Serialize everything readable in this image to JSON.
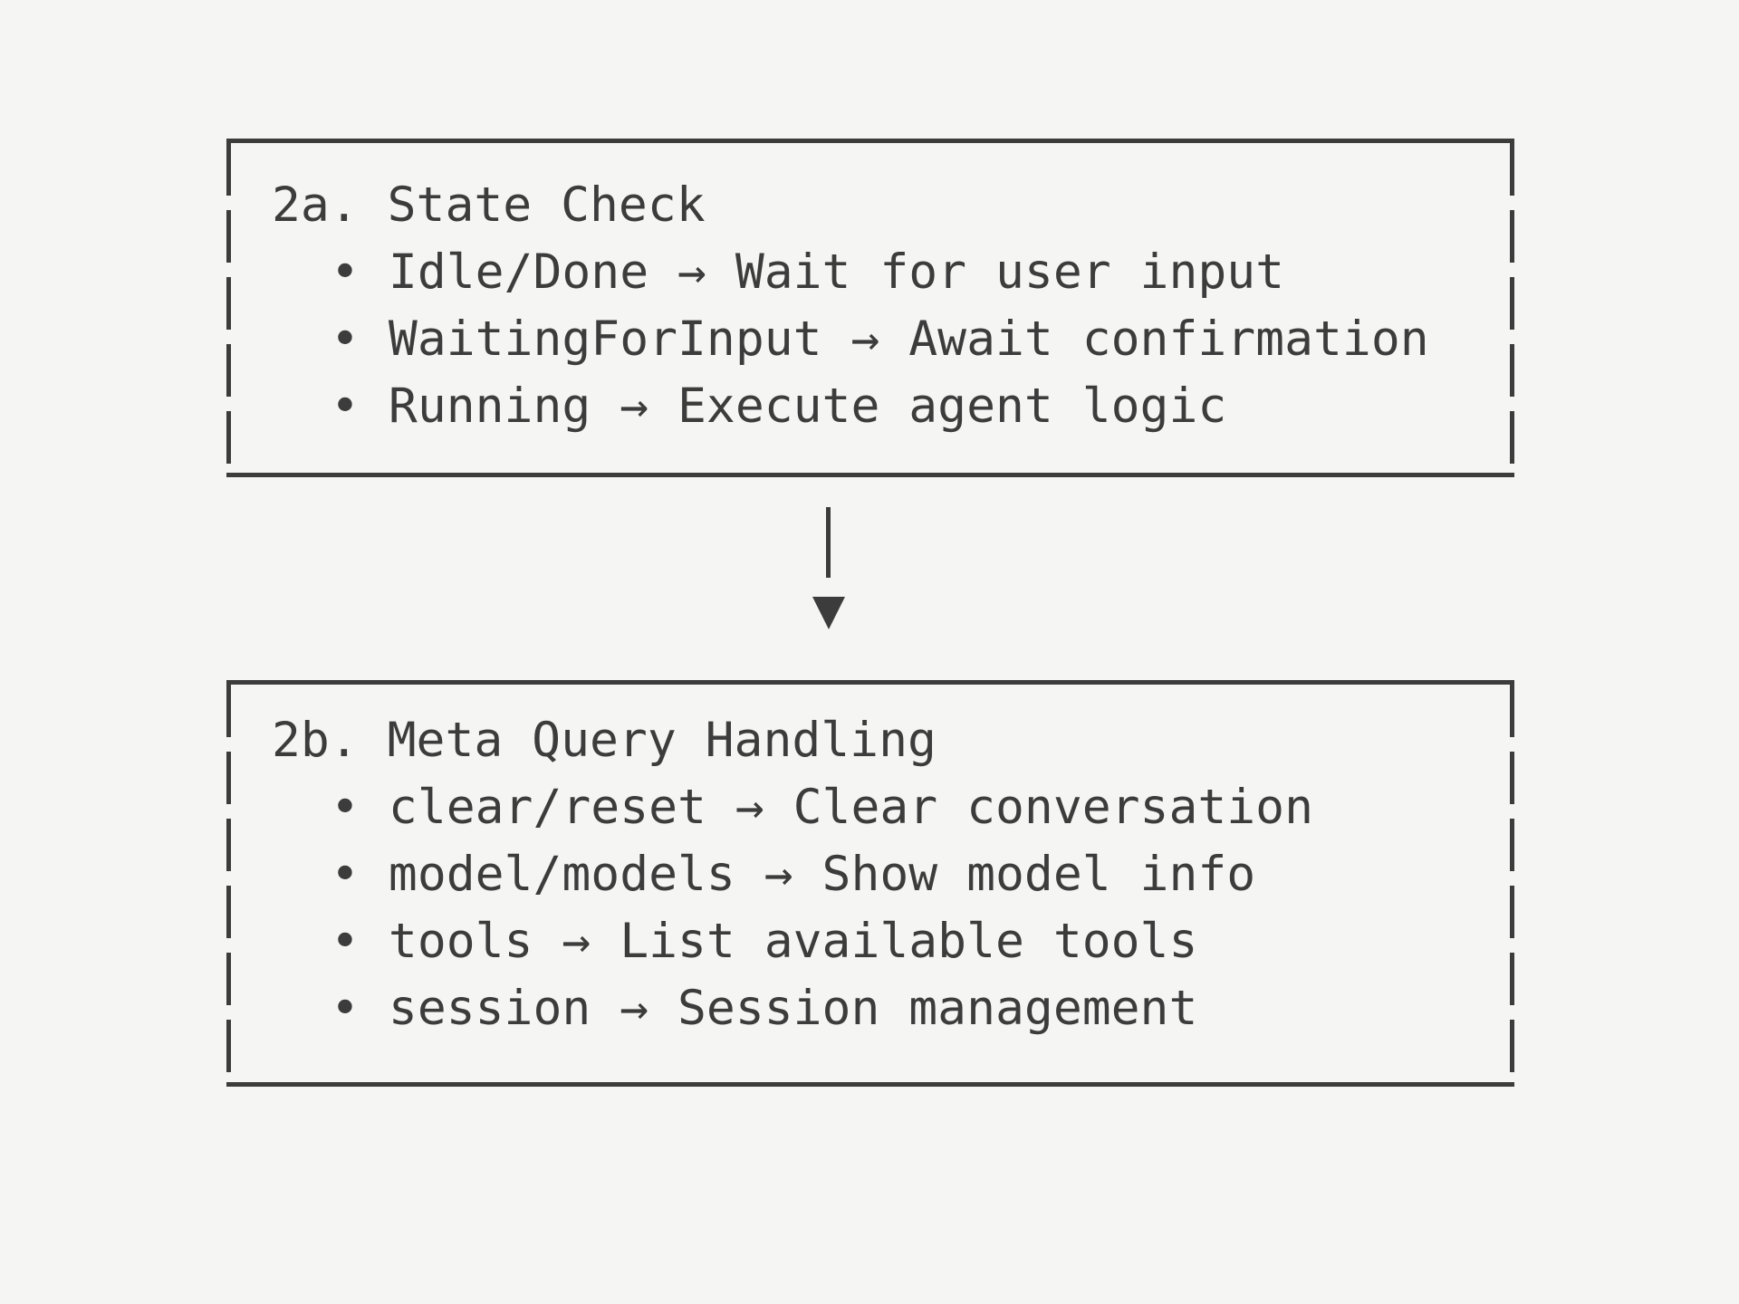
{
  "colors": {
    "background": "#f5f5f3",
    "ink": "#3c3c3c"
  },
  "diagram": {
    "boxes": [
      {
        "title": "2a. State Check",
        "bullet": "•",
        "items": [
          "Idle/Done → Wait for user input",
          "WaitingForInput → Await confirmation",
          "Running → Execute agent logic"
        ]
      },
      {
        "title": "2b. Meta Query Handling",
        "bullet": "•",
        "items": [
          "clear/reset → Clear conversation",
          "model/models → Show model info",
          "tools → List available tools",
          "session → Session management"
        ]
      }
    ],
    "arrow": {
      "direction": "down",
      "glyph": "▼"
    }
  }
}
